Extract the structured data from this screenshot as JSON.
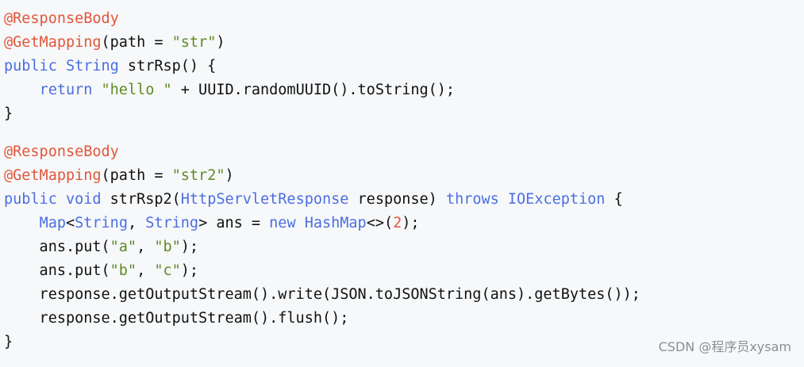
{
  "colors": {
    "background": "#f6f8fa",
    "annotation": "#e2563a",
    "keyword": "#4b6ee0",
    "string": "#5f8a23",
    "number": "#e2563a",
    "text": "#111111",
    "watermark": "#8a8f96"
  },
  "code": {
    "lines": [
      [
        {
          "t": "anno",
          "v": "@ResponseBody"
        }
      ],
      [
        {
          "t": "anno",
          "v": "@GetMapping"
        },
        {
          "t": "plain",
          "v": "(path = "
        },
        {
          "t": "str",
          "v": "\"str\""
        },
        {
          "t": "plain",
          "v": ")"
        }
      ],
      [
        {
          "t": "kw",
          "v": "public"
        },
        {
          "t": "plain",
          "v": " "
        },
        {
          "t": "type",
          "v": "String"
        },
        {
          "t": "plain",
          "v": " strRsp() {"
        }
      ],
      [
        {
          "t": "plain",
          "v": "    "
        },
        {
          "t": "kw",
          "v": "return"
        },
        {
          "t": "plain",
          "v": " "
        },
        {
          "t": "str",
          "v": "\"hello \""
        },
        {
          "t": "plain",
          "v": " + UUID.randomUUID().toString();"
        }
      ],
      [
        {
          "t": "plain",
          "v": "}"
        }
      ],
      [],
      [
        {
          "t": "anno",
          "v": "@ResponseBody"
        }
      ],
      [
        {
          "t": "anno",
          "v": "@GetMapping"
        },
        {
          "t": "plain",
          "v": "(path = "
        },
        {
          "t": "str",
          "v": "\"str2\""
        },
        {
          "t": "plain",
          "v": ")"
        }
      ],
      [
        {
          "t": "kw",
          "v": "public"
        },
        {
          "t": "plain",
          "v": " "
        },
        {
          "t": "kw",
          "v": "void"
        },
        {
          "t": "plain",
          "v": " strRsp2("
        },
        {
          "t": "type",
          "v": "HttpServletResponse"
        },
        {
          "t": "plain",
          "v": " response) "
        },
        {
          "t": "kw",
          "v": "throws"
        },
        {
          "t": "plain",
          "v": " "
        },
        {
          "t": "type",
          "v": "IOException"
        },
        {
          "t": "plain",
          "v": " {"
        }
      ],
      [
        {
          "t": "plain",
          "v": "    "
        },
        {
          "t": "type",
          "v": "Map"
        },
        {
          "t": "plain",
          "v": "<"
        },
        {
          "t": "type",
          "v": "String"
        },
        {
          "t": "plain",
          "v": ", "
        },
        {
          "t": "type",
          "v": "String"
        },
        {
          "t": "plain",
          "v": "> ans = "
        },
        {
          "t": "kw",
          "v": "new"
        },
        {
          "t": "plain",
          "v": " "
        },
        {
          "t": "type",
          "v": "HashMap"
        },
        {
          "t": "plain",
          "v": "<>("
        },
        {
          "t": "num",
          "v": "2"
        },
        {
          "t": "plain",
          "v": ");"
        }
      ],
      [
        {
          "t": "plain",
          "v": "    ans.put("
        },
        {
          "t": "str",
          "v": "\"a\""
        },
        {
          "t": "plain",
          "v": ", "
        },
        {
          "t": "str",
          "v": "\"b\""
        },
        {
          "t": "plain",
          "v": ");"
        }
      ],
      [
        {
          "t": "plain",
          "v": "    ans.put("
        },
        {
          "t": "str",
          "v": "\"b\""
        },
        {
          "t": "plain",
          "v": ", "
        },
        {
          "t": "str",
          "v": "\"c\""
        },
        {
          "t": "plain",
          "v": ");"
        }
      ],
      [
        {
          "t": "plain",
          "v": "    response.getOutputStream().write(JSON.toJSONString(ans).getBytes());"
        }
      ],
      [
        {
          "t": "plain",
          "v": "    response.getOutputStream().flush();"
        }
      ],
      [
        {
          "t": "plain",
          "v": "}"
        }
      ]
    ]
  },
  "watermark": {
    "text": "CSDN @程序员xysam"
  }
}
